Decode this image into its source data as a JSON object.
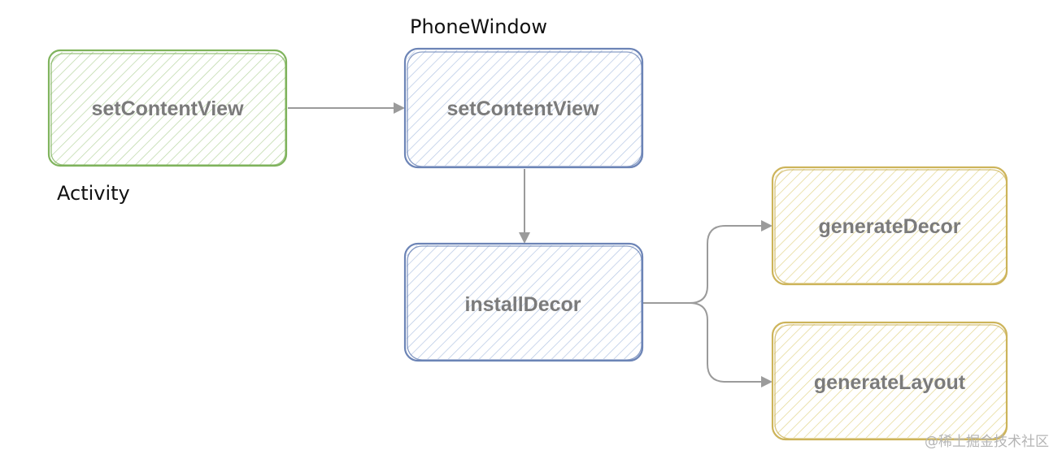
{
  "diagram": {
    "captions": {
      "phone_window": "PhoneWindow",
      "activity": "Activity"
    },
    "nodes": {
      "activity_set_content_view": {
        "label": "setContentView",
        "color": "#7fb35c",
        "fill": "#dcebd0"
      },
      "window_set_content_view": {
        "label": "setContentView",
        "color": "#6c84b6",
        "fill": "#d3dff0"
      },
      "install_decor": {
        "label": "installDecor",
        "color": "#6c84b6",
        "fill": "#d3dff0"
      },
      "generate_decor": {
        "label": "generateDecor",
        "color": "#cdb45a",
        "fill": "#f3edc4"
      },
      "generate_layout": {
        "label": "generateLayout",
        "color": "#cdb45a",
        "fill": "#f3edc4"
      }
    },
    "edges": [
      {
        "from": "activity_set_content_view",
        "to": "window_set_content_view"
      },
      {
        "from": "window_set_content_view",
        "to": "install_decor"
      },
      {
        "from": "install_decor",
        "to": "generate_decor"
      },
      {
        "from": "install_decor",
        "to": "generate_layout"
      }
    ],
    "edge_color": "#9b9b9b",
    "watermark": "@稀土掘金技术社区"
  }
}
